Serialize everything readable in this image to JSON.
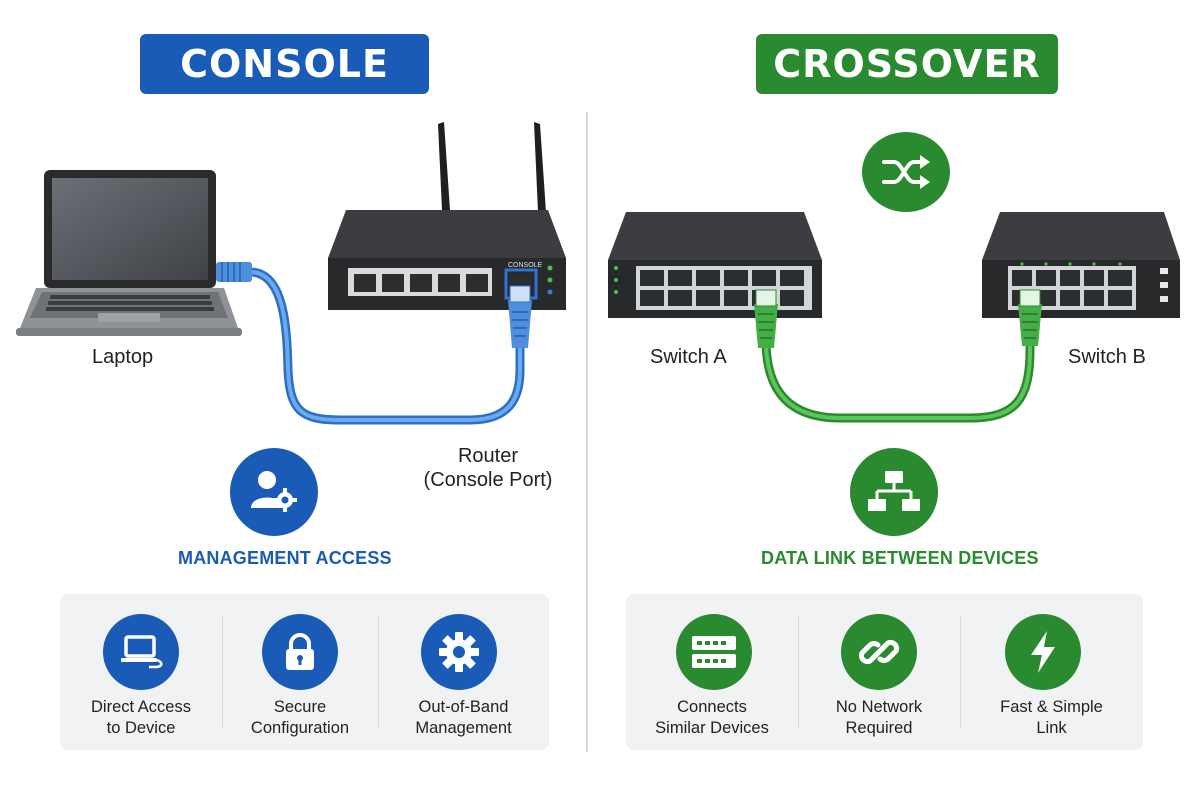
{
  "left": {
    "banner": "CONSOLE",
    "laptop_label": "Laptop",
    "router_label_line1": "Router",
    "router_label_line2": "(Console Port)",
    "router_port_text": "CONSOLE",
    "section_title": "MANAGEMENT ACCESS",
    "features": [
      {
        "line1": "Direct Access",
        "line2": "to Device",
        "icon": "laptop-icon"
      },
      {
        "line1": "Secure",
        "line2": "Configuration",
        "icon": "lock-icon"
      },
      {
        "line1": "Out-of-Band",
        "line2": "Management",
        "icon": "gear-icon"
      }
    ]
  },
  "right": {
    "banner": "CROSSOVER",
    "switch_a_label": "Switch A",
    "switch_b_label": "Switch B",
    "section_title": "DATA LINK BETWEEN DEVICES",
    "features": [
      {
        "line1": "Connects",
        "line2": "Similar Devices",
        "icon": "switch-icon"
      },
      {
        "line1": "No Network",
        "line2": "Required",
        "icon": "link-icon"
      },
      {
        "line1": "Fast & Simple",
        "line2": "Link",
        "icon": "lightning-icon"
      }
    ]
  },
  "colors": {
    "console_blue": "#1a5bb8",
    "crossover_green": "#2a8a2f",
    "cable_blue": "#4a8fd8",
    "cable_green": "#3aa23a",
    "panel_bg": "#f1f2f3"
  }
}
